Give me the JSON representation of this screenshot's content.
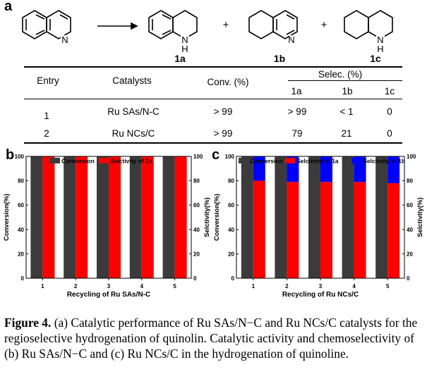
{
  "panel_labels": {
    "a": "a",
    "b": "b",
    "c": "c"
  },
  "scheme": {
    "plus": "+",
    "products": [
      {
        "label": "1a",
        "nh": "N",
        "h": "H"
      },
      {
        "label": "1b",
        "n": "N"
      },
      {
        "label": "1c",
        "nh": "N",
        "h": "H"
      }
    ],
    "reactant_n": "N"
  },
  "table": {
    "headers": {
      "entry": "Entry",
      "catalysts": "Catalysts",
      "conv": "Conv. (%)",
      "selec": "Selec. (%)"
    },
    "subheaders": [
      "1a",
      "1b",
      "1c"
    ],
    "rows": [
      {
        "entry": "1",
        "catalyst": "Ru SAs/N-C",
        "conv": "> 99",
        "s1a": "> 99",
        "s1b": "< 1",
        "s1c": "0"
      },
      {
        "entry": "2",
        "catalyst": "Ru NCs/C",
        "conv": "> 99",
        "s1a": "79",
        "s1b": "21",
        "s1c": "0"
      }
    ]
  },
  "chart_data": [
    {
      "panel": "b",
      "type": "bar",
      "xlabel": "Recycling of Ru SAs/N-C",
      "ylabel_left": "Conversion(%)",
      "ylabel_right": "Selctivity(%)",
      "ylim": [
        0,
        100
      ],
      "yticks": [
        0,
        20,
        40,
        60,
        80,
        100
      ],
      "categories": [
        "1",
        "2",
        "3",
        "4",
        "5"
      ],
      "legend_position": "top",
      "series": [
        {
          "name": "Conversion",
          "color": "#3b3b3b",
          "values": [
            100,
            100,
            100,
            100,
            100
          ]
        },
        {
          "name": "Selctivity of 1a",
          "color": "#ff0000",
          "values": [
            100,
            100,
            100,
            100,
            100
          ]
        }
      ]
    },
    {
      "panel": "c",
      "type": "bar",
      "xlabel": "Recycling of Ru NCs/C",
      "ylabel_left": "Conversion(%)",
      "ylabel_right": "Selctivity(%)",
      "ylim": [
        0,
        100
      ],
      "yticks": [
        0,
        20,
        40,
        60,
        80,
        100
      ],
      "categories": [
        "1",
        "2",
        "3",
        "4",
        "5"
      ],
      "legend_position": "top",
      "stacked_selectivity": true,
      "series": [
        {
          "name": "Conversion",
          "color": "#3b3b3b",
          "values": [
            100,
            100,
            100,
            100,
            100
          ]
        },
        {
          "name": "Selctivity of 1a",
          "color": "#ff0000",
          "values": [
            80,
            79,
            79,
            79,
            78
          ]
        },
        {
          "name": "Selctivity of 1b",
          "color": "#0000ff",
          "values": [
            20,
            21,
            21,
            21,
            22
          ]
        }
      ]
    }
  ],
  "caption": {
    "label": "Figure 4.",
    "text": " (a) Catalytic performance of Ru SAs/N−C and Ru NCs/C catalysts for the regioselective hydrogenation of quinolin. Catalytic activity and chemoselectivity of (b) Ru SAs/N−C and (c) Ru NCs/C in the hydrogenation of quinoline."
  }
}
